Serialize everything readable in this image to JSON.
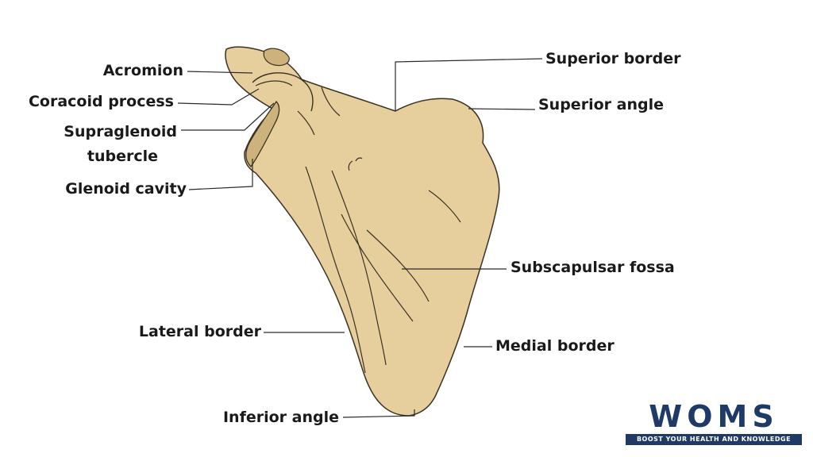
{
  "labels": {
    "acromion": "Acromion",
    "coracoid_process": "Coracoid process",
    "supraglenoid_line1": "Supraglenoid",
    "supraglenoid_line2": "tubercle",
    "glenoid_cavity": "Glenoid cavity",
    "lateral_border": "Lateral border",
    "inferior_angle": "Inferior angle",
    "superior_border": "Superior border",
    "superior_angle": "Superior angle",
    "subscapular_fossa": "Subscapulsar fossa",
    "medial_border": "Medial border"
  },
  "logo": {
    "letters": "WOMS",
    "tagline": "BOOST YOUR HEALTH AND KNOWLEDGE"
  },
  "colors": {
    "bone_fill": "#e6cf9d",
    "bone_shadow": "#cdb27c",
    "outline": "#3a3124",
    "leader_line": "#2a2a2a",
    "logo_blue": "#1f3a66"
  }
}
